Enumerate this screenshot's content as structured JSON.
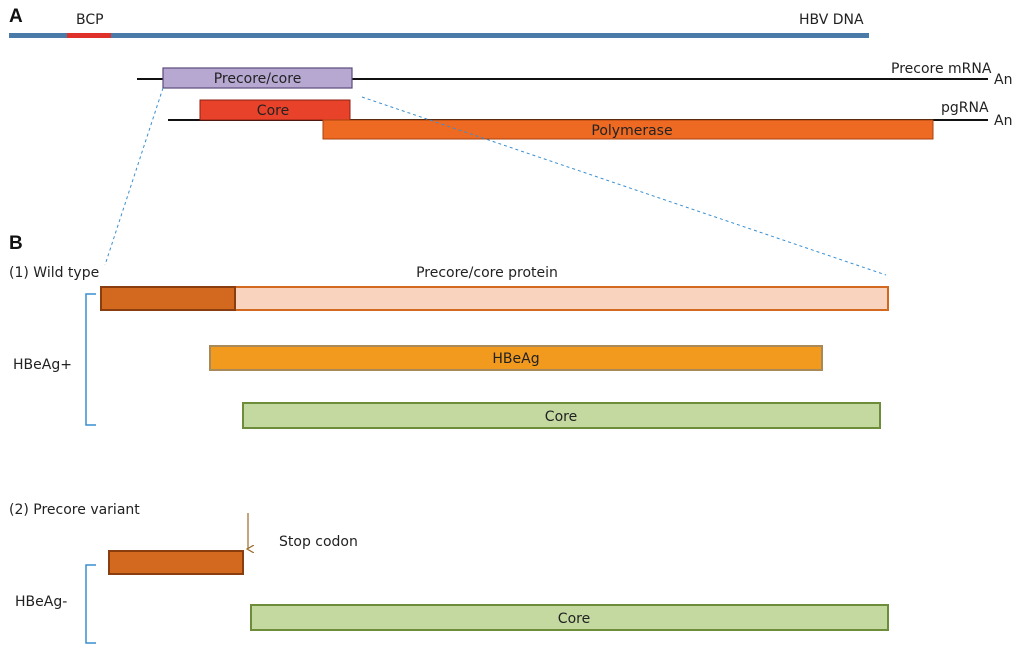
{
  "panel_a": {
    "letter": "A",
    "bcp_label": "BCP",
    "hbv_dna_label": "HBV DNA",
    "precore_core_box": "Precore/core",
    "precore_mrna_label": "Precore mRNA",
    "precore_mrna_tail": "An",
    "core_box": "Core",
    "pgrna_label": "pgRNA",
    "pgrna_tail": "An",
    "polymerase_box": "Polymerase"
  },
  "panel_b": {
    "letter": "B",
    "wild_type_label": "(1) Wild type",
    "precore_core_protein_label": "Precore/core protein",
    "hbeag_pos_label": "HBeAg+",
    "hbeag_box": "HBeAg",
    "core_box_wt": "Core",
    "precore_variant_label": "(2) Precore variant",
    "stop_codon_label": "Stop codon",
    "hbeag_neg_label": "HBeAg-",
    "core_box_variant": "Core"
  },
  "colors": {
    "dna_line": "#4a7aa8",
    "bcp_segment": "#e0302a",
    "precore_core_box": "#b7a8d2",
    "core_red": "#e8432a",
    "polymerase": "#ee6a22",
    "precore_dark": "#d2691e",
    "precore_light": "#fad3be",
    "hbeag": "#f29a1e",
    "core_green": "#c4d9a0",
    "core_green_border": "#6e8d3a",
    "bracket": "#3a8fd0",
    "dashed": "#3a8fd0",
    "stop_arrow": "#9a6a2a"
  }
}
